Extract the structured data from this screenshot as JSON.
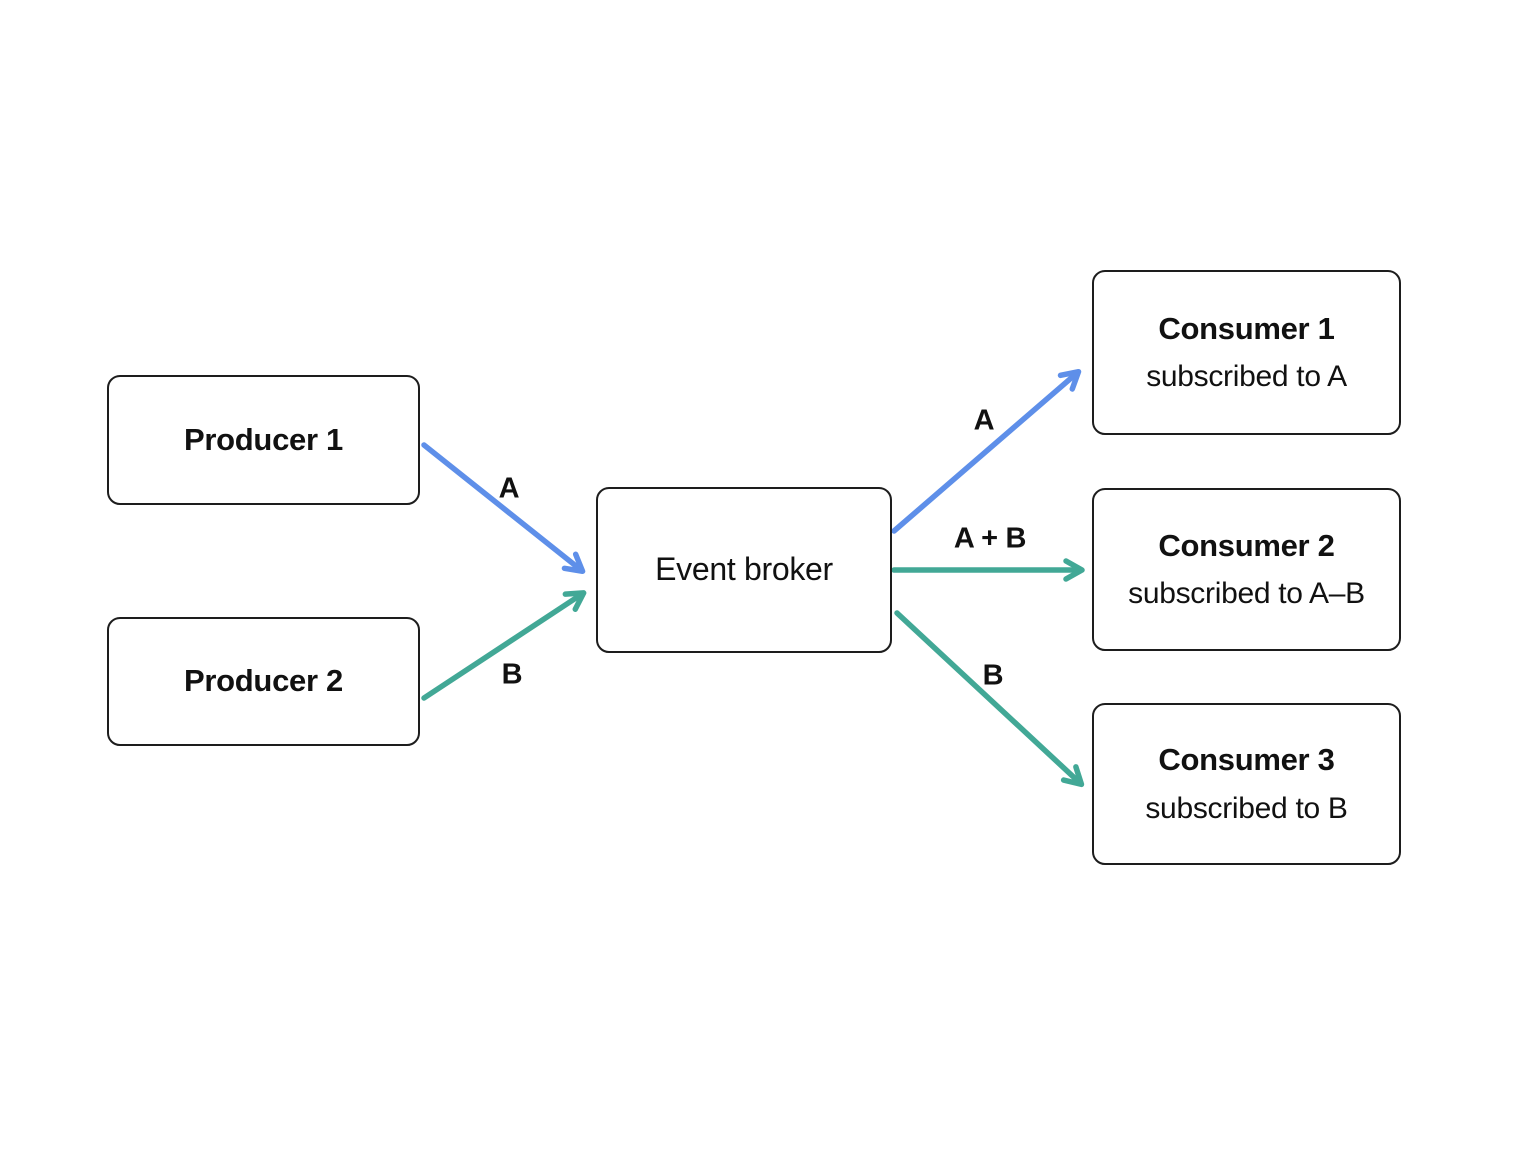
{
  "diagram": {
    "colors": {
      "blue": "#5E8FE9",
      "teal": "#42A896"
    },
    "nodes": {
      "producer1": {
        "label": "Producer 1"
      },
      "producer2": {
        "label": "Producer 2"
      },
      "broker": {
        "label": "Event broker"
      },
      "consumer1": {
        "label": "Consumer 1",
        "sublabel": "subscribed to A"
      },
      "consumer2": {
        "label": "Consumer 2",
        "sublabel": "subscribed to A–B"
      },
      "consumer3": {
        "label": "Consumer 3",
        "sublabel": "subscribed to B"
      }
    },
    "edges": {
      "producer1_broker": {
        "label": "A"
      },
      "producer2_broker": {
        "label": "B"
      },
      "broker_consumer1": {
        "label": "A"
      },
      "broker_consumer2": {
        "label": "A + B"
      },
      "broker_consumer3": {
        "label": "B"
      }
    }
  }
}
